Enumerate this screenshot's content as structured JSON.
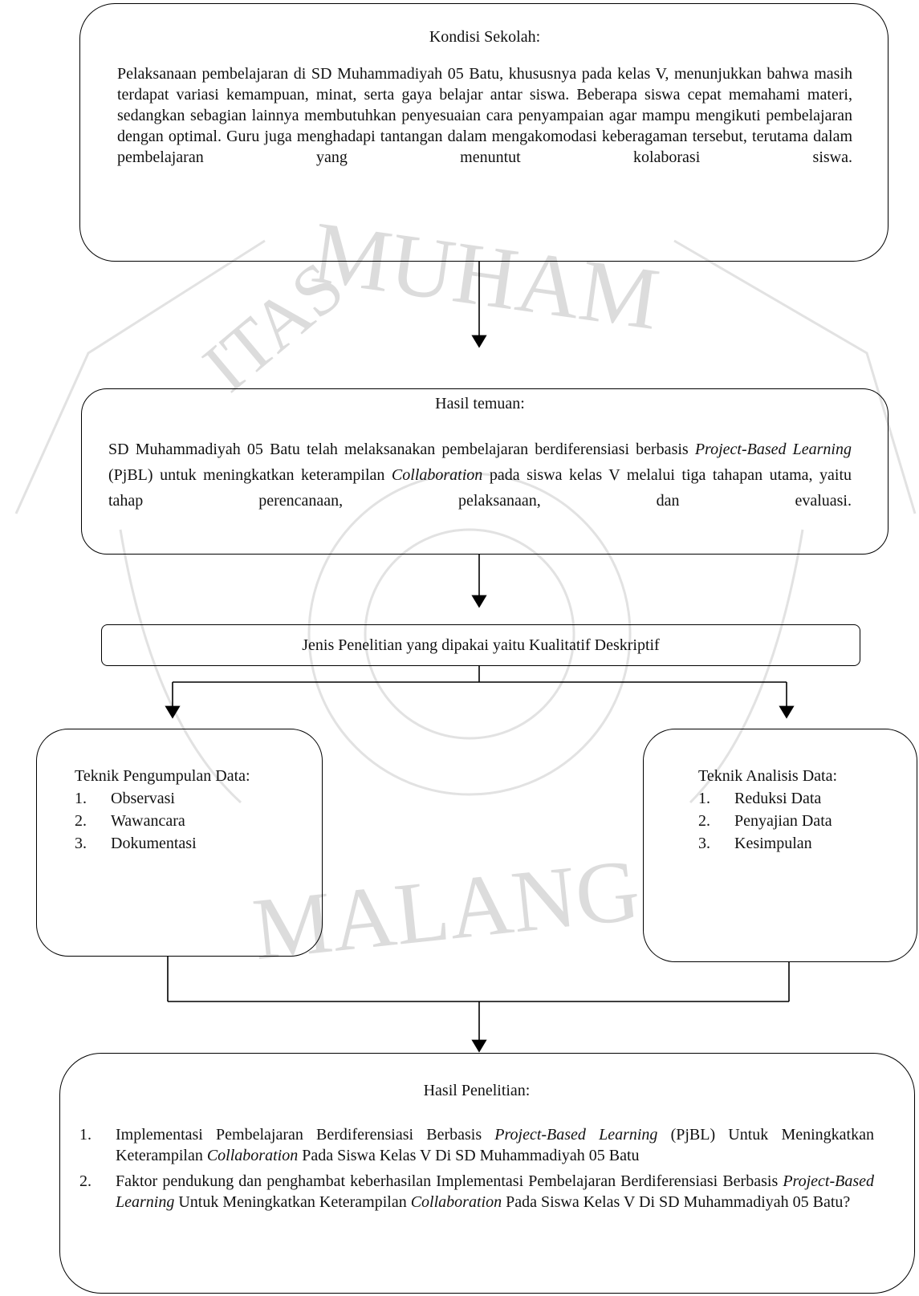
{
  "watermark": {
    "text_top": "MUHAMMADIYAH",
    "text_bottom": "MALANG",
    "text_left": "UNIVERSITAS",
    "color": "#d9d9d9"
  },
  "kondisi": {
    "title": "Kondisi Sekolah:",
    "text": "Pelaksanaan pembelajaran di SD Muhammadiyah 05 Batu, khususnya pada kelas V, menunjukkan bahwa masih terdapat variasi kemampuan, minat, serta gaya belajar antar siswa. Beberapa siswa cepat memahami materi, sedangkan sebagian lainnya membutuhkan penyesuaian cara penyampaian agar mampu mengikuti pembelajaran dengan optimal. Guru juga menghadapi tantangan dalam mengakomodasi keberagaman tersebut, terutama dalam pembelajaran yang menuntut kolaborasi siswa."
  },
  "temuan": {
    "title": "Hasil temuan:",
    "p1": "SD Muhammadiyah 05 Batu telah melaksanakan pembelajaran berdiferensiasi berbasis",
    "i1": "Project-Based Learning",
    "p2": "(PjBL) untuk meningkatkan keterampilan",
    "i2": "Collaboration",
    "p3": "pada siswa kelas V melalui tiga tahapan utama, yaitu tahap perencanaan, pelaksanaan, dan evaluasi."
  },
  "jenis": {
    "text": "Jenis Penelitian yang dipakai yaitu Kualitatif Deskriptif"
  },
  "pengumpulan": {
    "title": "Teknik Pengumpulan Data:",
    "items": [
      {
        "num": "1.",
        "label": "Observasi"
      },
      {
        "num": "2.",
        "label": "Wawancara"
      },
      {
        "num": "3.",
        "label": "Dokumentasi"
      }
    ]
  },
  "analisis": {
    "title": "Teknik Analisis Data:",
    "items": [
      {
        "num": "1.",
        "label": "Reduksi Data"
      },
      {
        "num": "2.",
        "label": "Penyajian Data"
      },
      {
        "num": "3.",
        "label": "Kesimpulan"
      }
    ]
  },
  "hasil": {
    "title": "Hasil Penelitian:",
    "item1": {
      "num": "1.",
      "a": "Implementasi Pembelajaran Berdiferensiasi Berbasis",
      "b": "Project-Based Learning",
      "c": "(PjBL) Untuk Meningkatkan Keterampilan",
      "d": "Collaboration",
      "e": "Pada Siswa Kelas V Di SD Muhammadiyah 05 Batu"
    },
    "item2": {
      "num": "2.",
      "a": "Faktor pendukung dan penghambat keberhasilan Implementasi Pembelajaran Berdiferensiasi Berbasis",
      "b": "Project-Based Learning",
      "c": "Untuk Meningkatkan Keterampilan",
      "d": "Collaboration",
      "e": "Pada Siswa Kelas V Di SD Muhammadiyah 05 Batu?"
    }
  }
}
